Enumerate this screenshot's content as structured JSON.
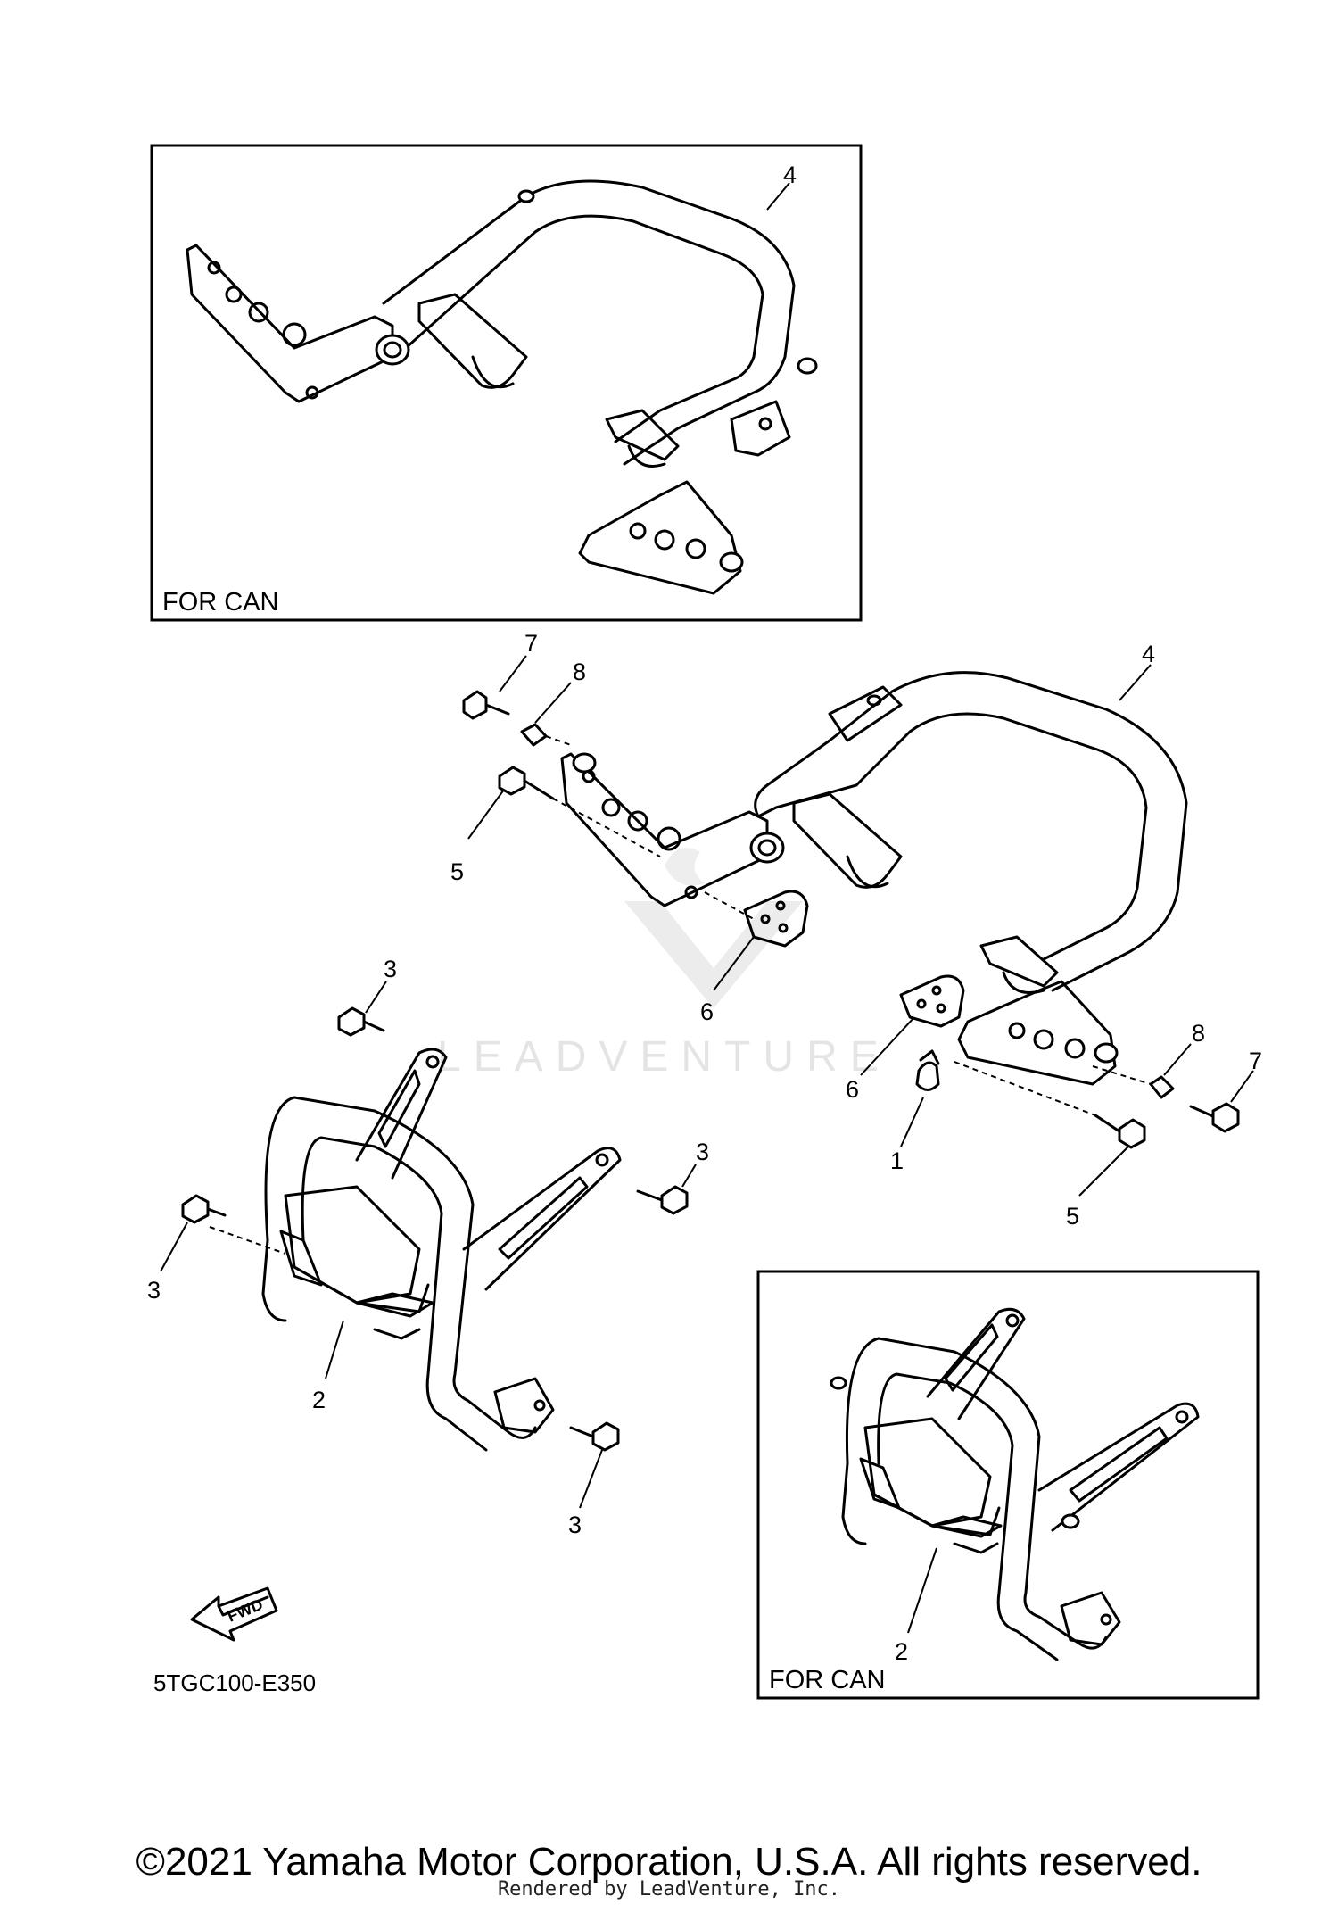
{
  "insets": [
    {
      "label": "FOR CAN"
    },
    {
      "label": "FOR CAN"
    }
  ],
  "callouts": {
    "inset_top_4": "4",
    "main_4": "4",
    "left_7": "7",
    "left_8": "8",
    "left_5": "5",
    "left_6": "6",
    "right_6": "6",
    "right_8": "8",
    "right_7": "7",
    "right_1": "1",
    "right_5": "5",
    "bumper_3_top": "3",
    "bumper_3_right": "3",
    "bumper_3_left": "3",
    "bumper_2": "2",
    "bumper_3_bottom": "3",
    "inset_bottom_2": "2"
  },
  "fwd_label": "FWD",
  "diagram_code": "5TGC100-E350",
  "watermark_text": "LEADVENTURE",
  "copyright": "©2021 Yamaha Motor Corporation, U.S.A. All rights reserved.",
  "rendered_by": "Rendered by LeadVenture, Inc.",
  "colors": {
    "line": "#000000",
    "background": "#ffffff",
    "watermark": "#e4e4e4"
  }
}
